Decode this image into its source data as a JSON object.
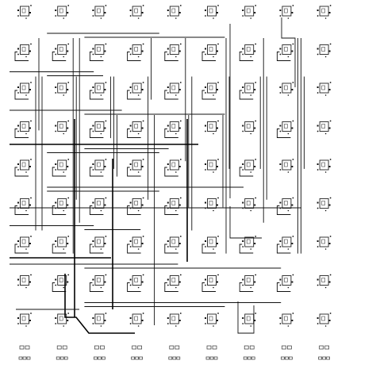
{
  "layout_view": {
    "grid": {
      "columns": 9,
      "rows": 9,
      "routed_columns": 8,
      "routed_rows": 8
    },
    "colors": {
      "background": "#ffffff",
      "ink": "#111111"
    },
    "bottom_pad_rows": 2
  }
}
